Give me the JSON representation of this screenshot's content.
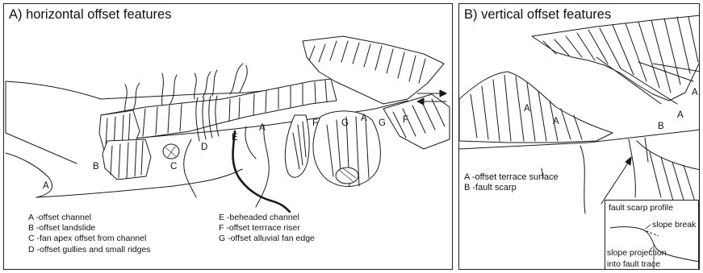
{
  "panel_a": {
    "title": "A) horizontal offset features",
    "letters": {
      "A1": "A",
      "A2": "A",
      "A3": "A",
      "B": "B",
      "C": "C",
      "D": "D",
      "E": "E",
      "F1": "F",
      "F2": "F",
      "G1": "G",
      "G2": "G"
    },
    "legend_left": [
      "A -offset channel",
      "B -offset landslide",
      "C -fan apex offset from channel",
      "D -offset gullies and small ridges"
    ],
    "legend_right": [
      "E -beheaded channel",
      "F -offset terrrace riser",
      "G -offset alluvial fan edge"
    ]
  },
  "panel_b": {
    "title": "B) vertical offset features",
    "letters": {
      "A1": "A",
      "A2": "A",
      "A3": "A",
      "A4": "A",
      "B1": "B"
    },
    "legend": [
      "A -offset terrace surface",
      "B -fault scarp"
    ],
    "inset": {
      "title": "fault scarp profile",
      "slope_break": "slope break",
      "projection_line1": "slope projection",
      "projection_line2": "into fault trace"
    }
  }
}
